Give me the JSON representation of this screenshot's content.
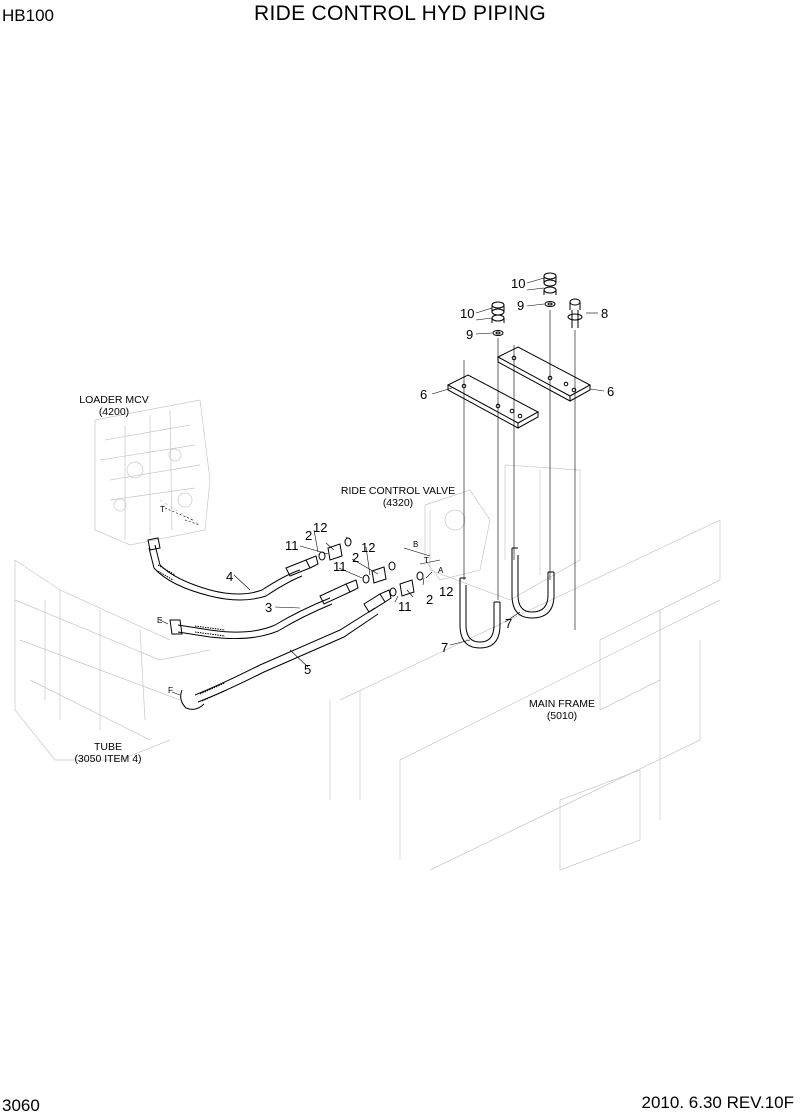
{
  "header": {
    "model": "HB100",
    "title": "RIDE CONTROL HYD PIPING"
  },
  "footer": {
    "page": "3060",
    "date_rev": "2010. 6.30  REV.10F"
  },
  "components": {
    "loader_mcv": {
      "name": "LOADER MCV",
      "ref": "(4200)"
    },
    "ride_control_valve": {
      "name": "RIDE CONTROL VALVE",
      "ref": "(4320)"
    },
    "main_frame": {
      "name": "MAIN FRAME",
      "ref": "(5010)"
    },
    "tube": {
      "name": "TUBE",
      "ref": "(3050 ITEM 4)"
    }
  },
  "port_letters": {
    "T1": "T",
    "B": "B",
    "T2": "T",
    "A": "A",
    "E": "E",
    "F": "F"
  },
  "callouts": {
    "c10a": "10",
    "c9a": "9",
    "c8": "8",
    "c10b": "10",
    "c9b": "9",
    "c6a": "6",
    "c6b": "6",
    "c12a": "12",
    "c2a": "2",
    "c11a": "11",
    "c12b": "12",
    "c2b": "2",
    "c11b": "11",
    "c12c": "12",
    "c2c": "2",
    "c11c": "11",
    "c4": "4",
    "c3": "3",
    "c5": "5",
    "c7a": "7",
    "c7b": "7"
  }
}
